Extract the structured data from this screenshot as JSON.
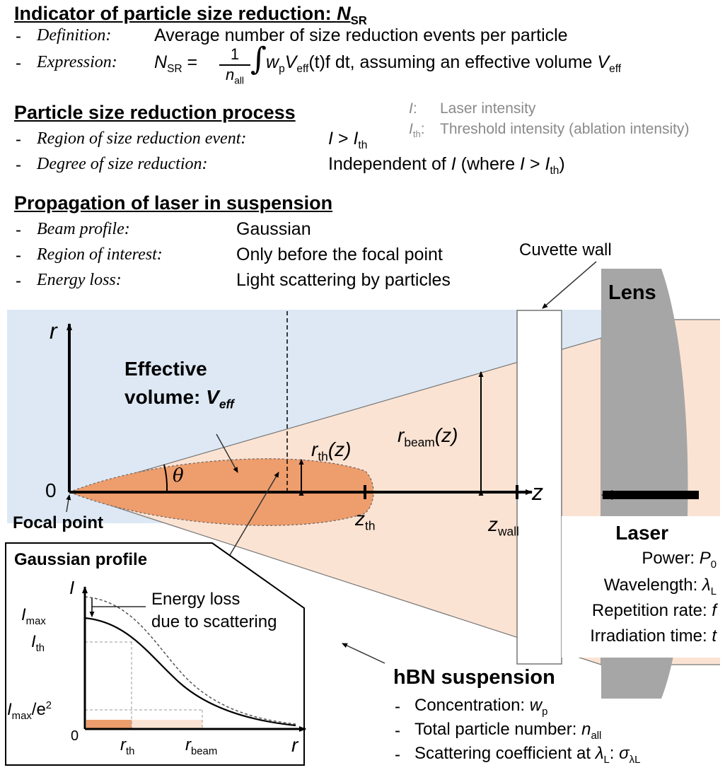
{
  "indicator": {
    "heading": "Indicator of particle size reduction: ",
    "heading_sym": "N",
    "heading_sub": "SR",
    "def_label": "Definition",
    "def_value": "Average number of size reduction events per particle",
    "expr_label": "Expression",
    "expr_lhs": "N",
    "expr_lhs_sub": "SR",
    "expr_eq": " = ",
    "expr_frac_num": "1",
    "expr_frac_den": "n",
    "expr_frac_den_sub": "all",
    "expr_integral": "∫",
    "expr_body": "w",
    "expr_body_sub": "p",
    "expr_V": "V",
    "expr_V_sub": "eff",
    "expr_rest": "(t)f dt, assuming an effective volume ",
    "expr_Veff": "V",
    "expr_Veff_sub": "eff"
  },
  "process": {
    "heading": "Particle size reduction process",
    "region_label": "Region of size reduction event",
    "region_value_I": "I",
    "region_value_gt": " > ",
    "region_value_Ith": "I",
    "region_value_Ith_sub": "th",
    "degree_label": "Degree of size reduction",
    "degree_value_pre": "Independent of ",
    "degree_value_I": "I",
    "degree_value_mid": " (where ",
    "degree_value_I2": "I",
    "degree_value_gt": " > ",
    "degree_value_Ith": "I",
    "degree_value_Ith_sub": "th",
    "degree_value_post": ")"
  },
  "legend": {
    "I_sym": "I",
    "I_colon": ":",
    "I_desc": "Laser intensity",
    "Ith_sym": "I",
    "Ith_sub": "th",
    "Ith_colon": ":",
    "Ith_desc": "Threshold intensity (ablation intensity)"
  },
  "propagation": {
    "heading": "Propagation of laser in suspension",
    "beam_label": "Beam profile",
    "beam_value": "Gaussian",
    "roi_label": "Region of interest",
    "roi_value": "Only before the focal point",
    "loss_label": "Energy loss",
    "loss_value": "Light scattering by particles"
  },
  "diagram": {
    "cuvette_wall": "Cuvette wall",
    "lens": "Lens",
    "axis_r": "r",
    "axis_z": "z",
    "origin": "0",
    "theta": "θ",
    "focal_point": "Focal point",
    "effective_volume_line1": "Effective",
    "effective_volume_line2": "volume: ",
    "effective_volume_sym": "V",
    "effective_volume_sub": "eff",
    "rth_sym": "r",
    "rth_sub": "th",
    "rth_arg": "(z)",
    "rbeam_sym": "r",
    "rbeam_sub": "beam",
    "rbeam_arg": "(z)",
    "zth_sym": "z",
    "zth_sub": "th",
    "zwall_sym": "z",
    "zwall_sub": "wall"
  },
  "laser": {
    "title": "Laser",
    "power_label": "Power: ",
    "power_sym": "P",
    "power_sub": "0",
    "wavelength_label": "Wavelength: ",
    "wavelength_sym": "λ",
    "wavelength_sub": "L",
    "rep_label": "Repetition rate: ",
    "rep_sym": "f",
    "time_label": "Irradiation time: ",
    "time_sym": "t"
  },
  "suspension": {
    "title": "hBN suspension",
    "conc_label": "Concentration: ",
    "conc_sym": "w",
    "conc_sub": "p",
    "num_label": "Total particle number: ",
    "num_sym": "n",
    "num_sub": "all",
    "scat_label": "Scattering coefficient at ",
    "scat_lambda": "λ",
    "scat_lambda_sub": "L",
    "scat_colon": ": ",
    "scat_sigma": "σ",
    "scat_sigma_sub": "λL"
  },
  "inset": {
    "title": "Gaussian profile",
    "axis_I": "I",
    "axis_r": "r",
    "origin": "0",
    "energy_loss_line1": "Energy loss",
    "energy_loss_line2": "due to scattering",
    "Imax_sym": "I",
    "Imax_sub": "max",
    "Ith_sym": "I",
    "Ith_sub": "th",
    "Imax_e2_sym": "I",
    "Imax_e2_sub": "max",
    "Imax_e2_rest": "/e",
    "Imax_e2_sup": "2",
    "rth_sym": "r",
    "rth_sub": "th",
    "rbeam_sym": "r",
    "rbeam_sub": "beam"
  },
  "colors": {
    "suspension_blue": "#dde8f4",
    "beam_peach": "#fbe3d3",
    "effective_orange": "#ee9d6c",
    "lens_gray": "#a6a6a6"
  }
}
